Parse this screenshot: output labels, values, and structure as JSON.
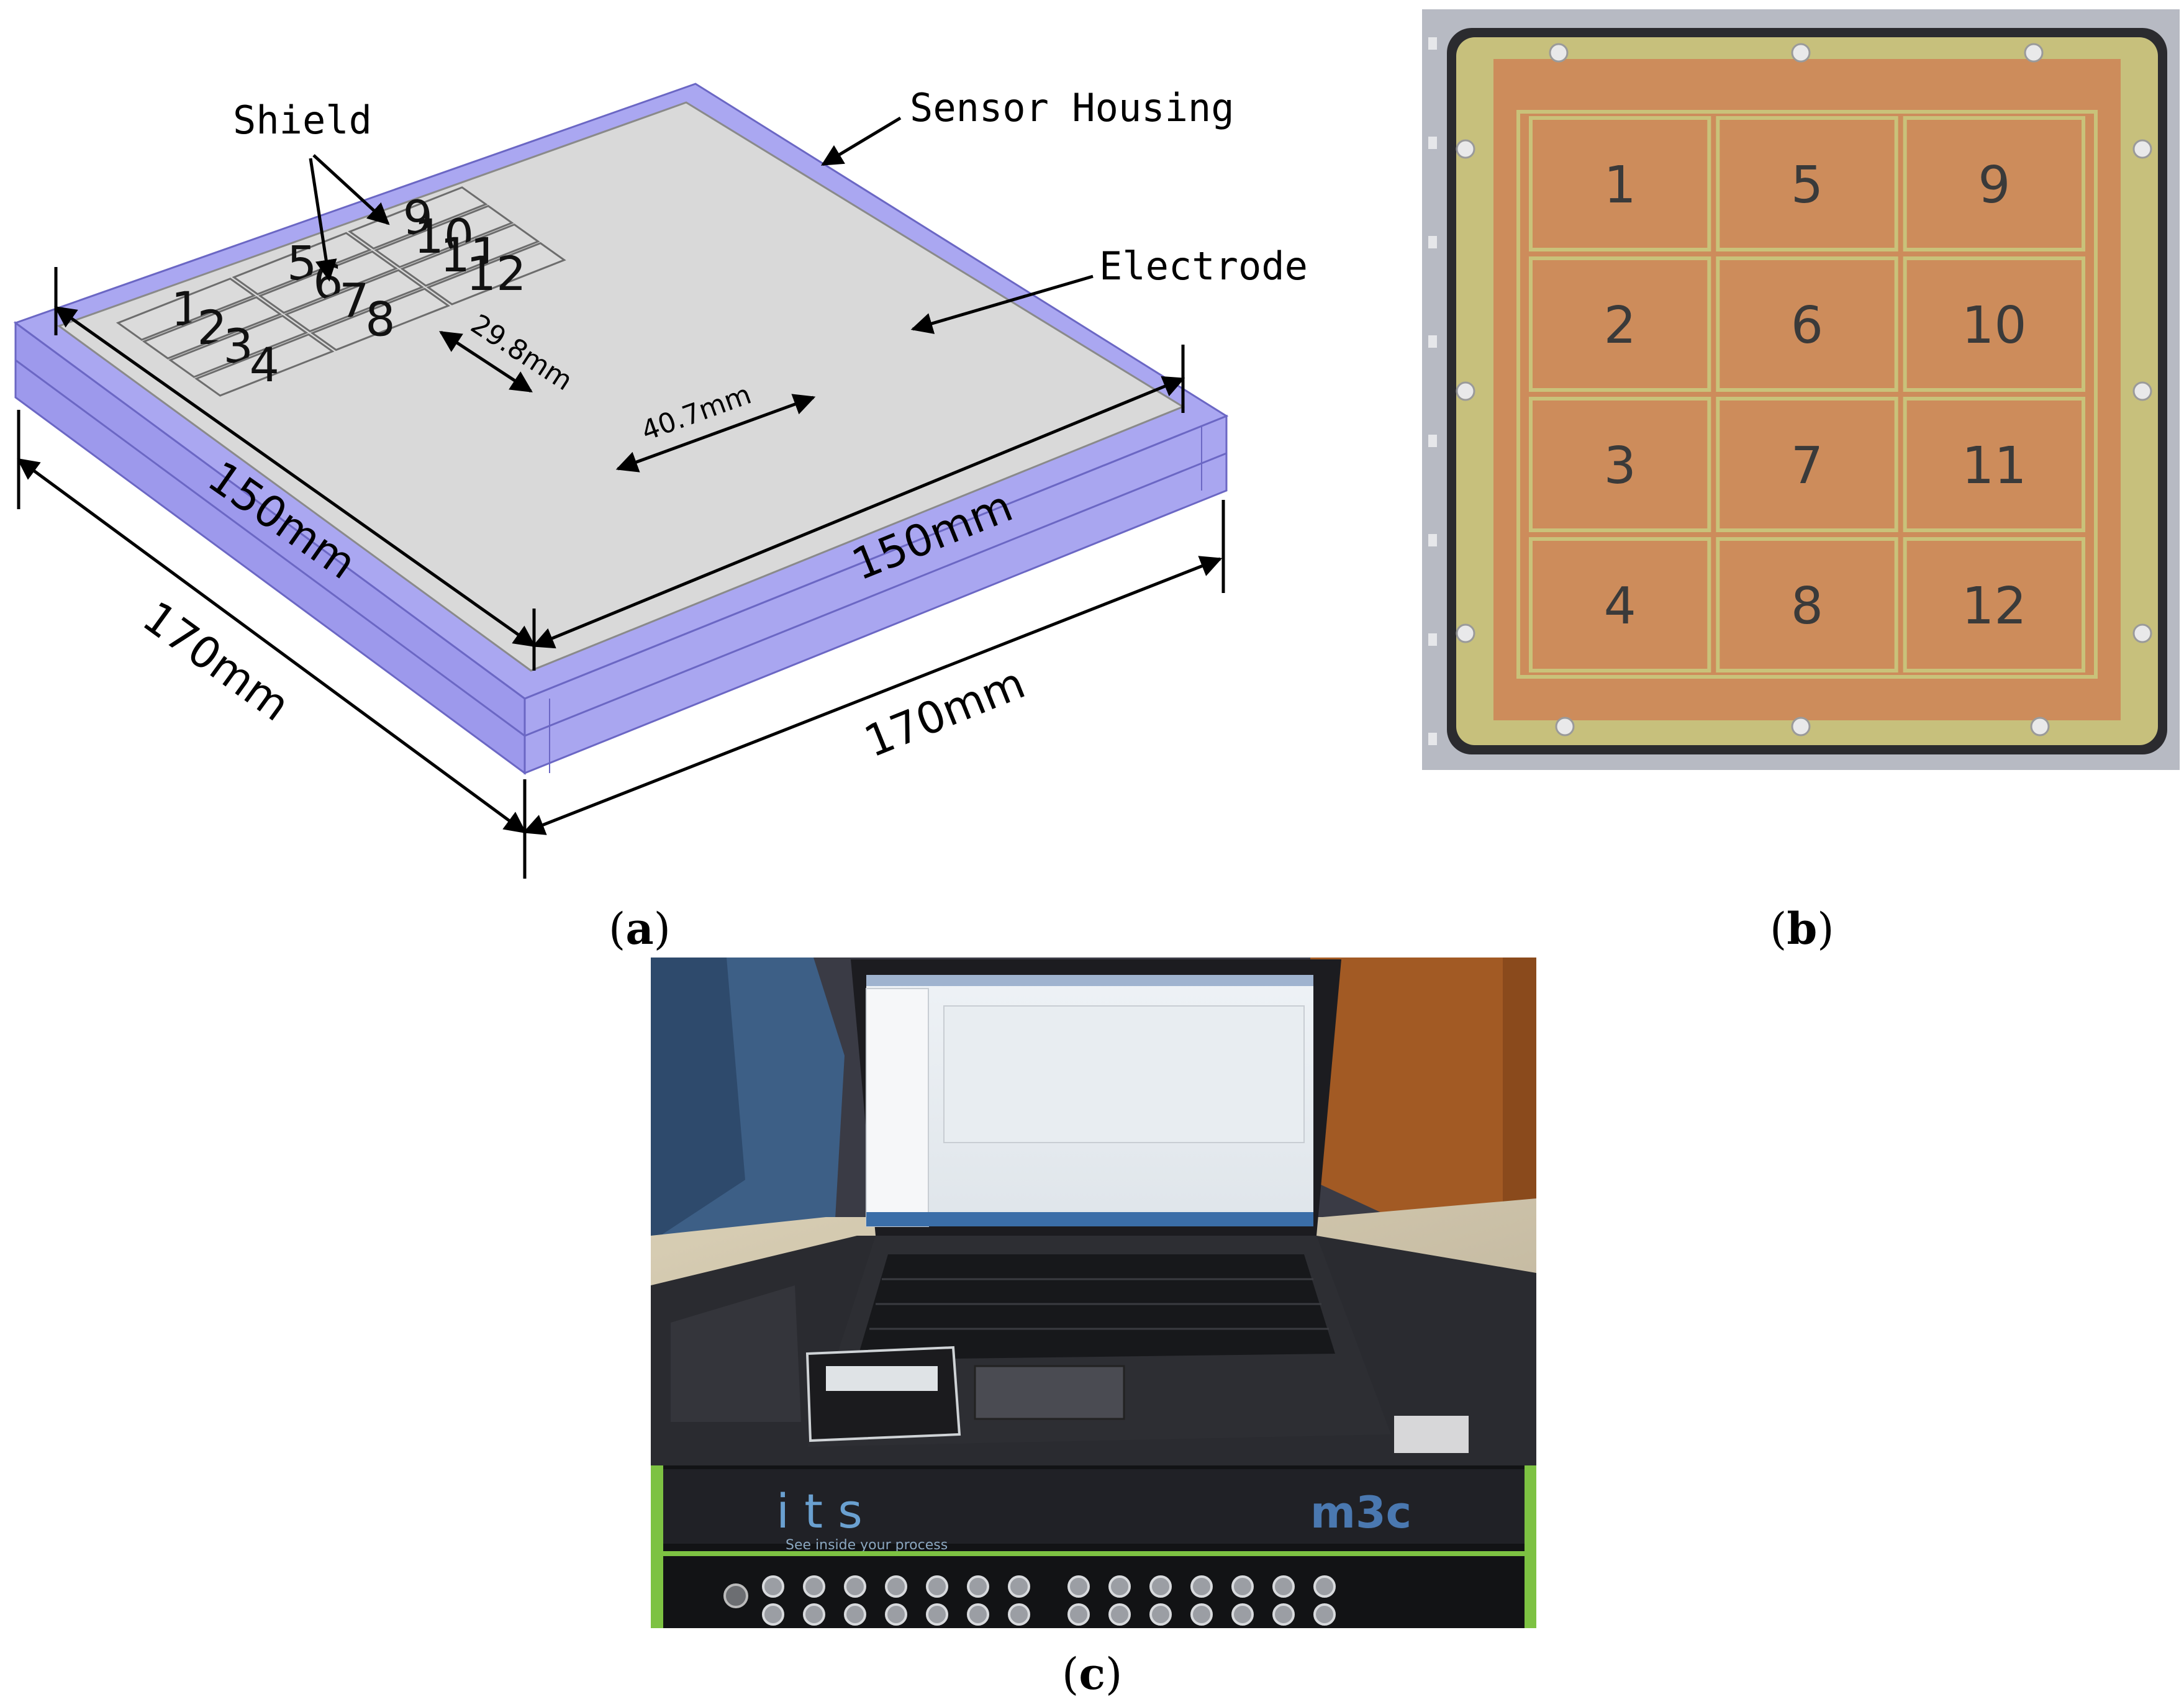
{
  "panel_a": {
    "caption": "(a)",
    "caption_parts": [
      "(",
      "a",
      ")"
    ],
    "callouts": {
      "shield": "Shield",
      "sensor_housing": "Sensor Housing",
      "electrode": "Electrode"
    },
    "dimensions": {
      "inner_left": "150mm",
      "inner_right": "150mm",
      "outer_left": "170mm",
      "outer_right": "170mm",
      "electrode_width": "29.8mm",
      "electrode_length": "40.7mm"
    },
    "electrodes": [
      "1",
      "2",
      "3",
      "4",
      "5",
      "6",
      "7",
      "8",
      "9",
      "10",
      "11",
      "12"
    ],
    "colors": {
      "housing": "#a9a6f0",
      "housing_dark": "#8f8be0",
      "plate": "#d6d6d6",
      "electrode": "#d9d9d9"
    }
  },
  "panel_b": {
    "caption_parts": [
      "(",
      "b",
      ")"
    ],
    "electrodes": [
      "1",
      "2",
      "3",
      "4",
      "5",
      "6",
      "7",
      "8",
      "9",
      "10",
      "11",
      "12"
    ],
    "colors": {
      "copper": "#cf8e5c",
      "border": "#c9c27a",
      "frame": "#b9bcc6"
    }
  },
  "panel_c": {
    "caption_parts": [
      "(",
      "c",
      ")"
    ],
    "brand_text": "i t s",
    "tagline": "See inside your process",
    "model_text": "m3c"
  }
}
